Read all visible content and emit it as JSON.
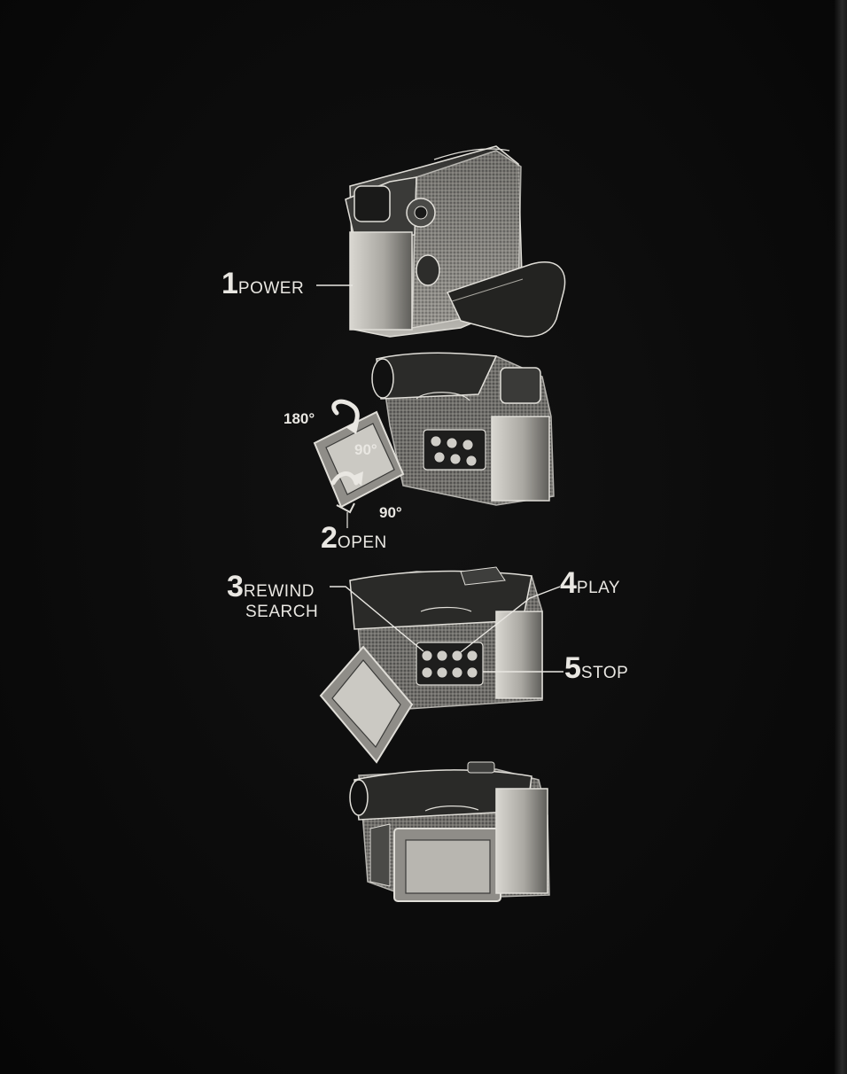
{
  "steps": [
    {
      "number": "1",
      "label": "POWER"
    },
    {
      "number": "2",
      "label": "OPEN"
    },
    {
      "number": "3",
      "label": "REWIND",
      "label2": "SEARCH"
    },
    {
      "number": "4",
      "label": "PLAY"
    },
    {
      "number": "5",
      "label": "STOP"
    }
  ],
  "rotation": {
    "deg_180": "180°",
    "deg_90_upper": "90°",
    "deg_90_lower": "90°"
  },
  "colors": {
    "background": "#0b0b0b",
    "ink": "#e9e7e2"
  },
  "icons": [
    "camcorder-illustration",
    "rotation-arrow-icon"
  ]
}
